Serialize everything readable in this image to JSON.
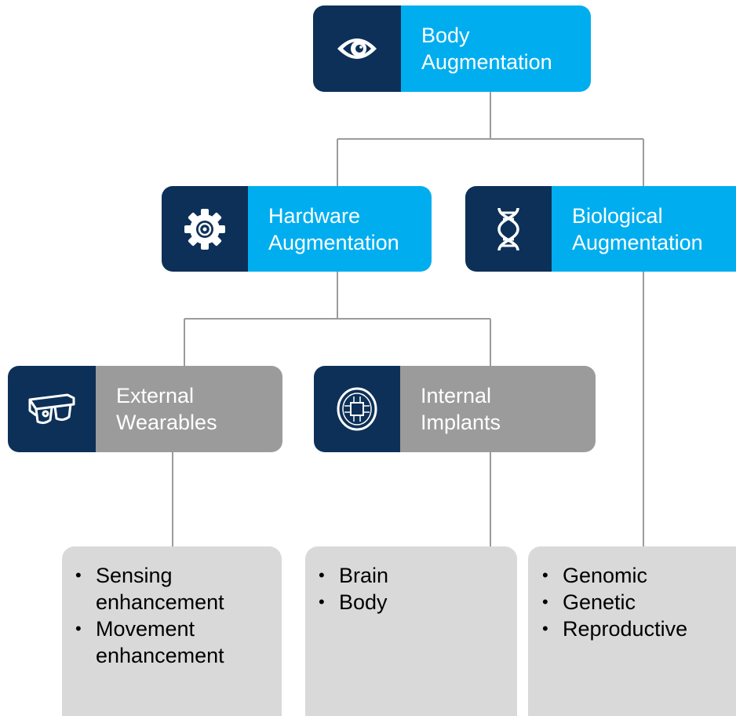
{
  "root": {
    "label": "Body\nAugmentation",
    "icon": "eye-icon"
  },
  "hardware": {
    "label": "Hardware\nAugmentation",
    "icon": "gear-icon"
  },
  "biological": {
    "label": "Biological\nAugmentation",
    "icon": "dna-icon"
  },
  "external": {
    "label": "External\nWearables",
    "icon": "glasses-icon"
  },
  "internal": {
    "label": "Internal\nImplants",
    "icon": "brain-chip-icon"
  },
  "external_details": {
    "items": [
      "Sensing\nenhancement",
      "Movement\nenhancement"
    ]
  },
  "internal_details": {
    "items": [
      "Brain",
      "Body"
    ]
  },
  "biological_details": {
    "items": [
      "Genomic",
      "Genetic",
      "Reproductive"
    ]
  },
  "colors": {
    "dark_navy": "#0d3058",
    "accent_blue": "#00aeef",
    "gray_label": "#9b9b9b",
    "detail_gray": "#d9d9d9",
    "connector": "#9b9b9b"
  }
}
